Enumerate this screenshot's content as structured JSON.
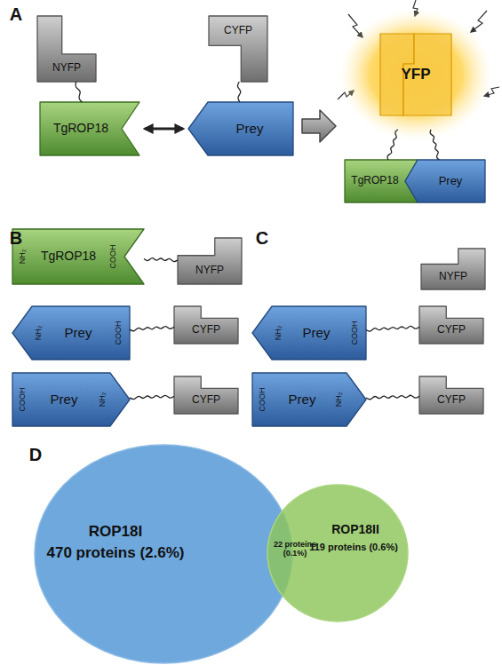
{
  "diagram": {
    "nodes": [
      {
        "text": [
          "NYFP"
        ]
      },
      {
        "text": [
          "CYFP"
        ]
      },
      {
        "text": [
          "YFP"
        ]
      },
      {
        "text": [
          "TgROP18"
        ]
      },
      {
        "text": [
          "Prey"
        ]
      },
      {
        "text": [
          "TgROP18"
        ]
      },
      {
        "text": [
          "Prey"
        ]
      },
      {
        "text": [
          "NH₂",
          "TgROP18",
          "COOH"
        ]
      },
      {
        "text": [
          "NYFP"
        ]
      },
      {
        "text": [
          "NYFP"
        ]
      },
      {
        "text": [
          "NH₂",
          "Prey",
          "COOH"
        ]
      },
      {
        "text": [
          "CYFP"
        ]
      },
      {
        "text": [
          "NH₂",
          "Prey",
          "COOH"
        ]
      },
      {
        "text": [
          "CYFP"
        ]
      },
      {
        "text": [
          "COOH",
          "Prey",
          "NH₂"
        ]
      },
      {
        "text": [
          "CYFP"
        ]
      },
      {
        "text": [
          "COOH",
          "Prey",
          "NH₂"
        ]
      },
      {
        "text": [
          "CYFP"
        ]
      },
      {
        "text": [
          "ROP18I",
          "470 proteins (2.6%)"
        ]
      },
      {
        "text": [
          "ROP18II",
          "119 proteins (0.6%)"
        ]
      }
    ],
    "edges": [
      {
        "from": 0,
        "to": 3,
        "arrow": "none"
      },
      {
        "from": 1,
        "to": 4,
        "arrow": "none"
      },
      {
        "from": 3,
        "to": 4,
        "arrow": "both"
      },
      {
        "from": 2,
        "to": 5,
        "arrow": "none"
      },
      {
        "from": 2,
        "to": 6,
        "arrow": "none"
      },
      {
        "from": 7,
        "to": 8,
        "arrow": "none"
      },
      {
        "from": 10,
        "to": 11,
        "arrow": "none"
      },
      {
        "from": 12,
        "to": 13,
        "arrow": "none"
      },
      {
        "from": 14,
        "to": 15,
        "arrow": "none"
      },
      {
        "from": 16,
        "to": 17,
        "arrow": "none"
      }
    ],
    "labels": [
      "A",
      "B",
      "C",
      "D",
      "22 proteins (0.1%)"
    ]
  }
}
